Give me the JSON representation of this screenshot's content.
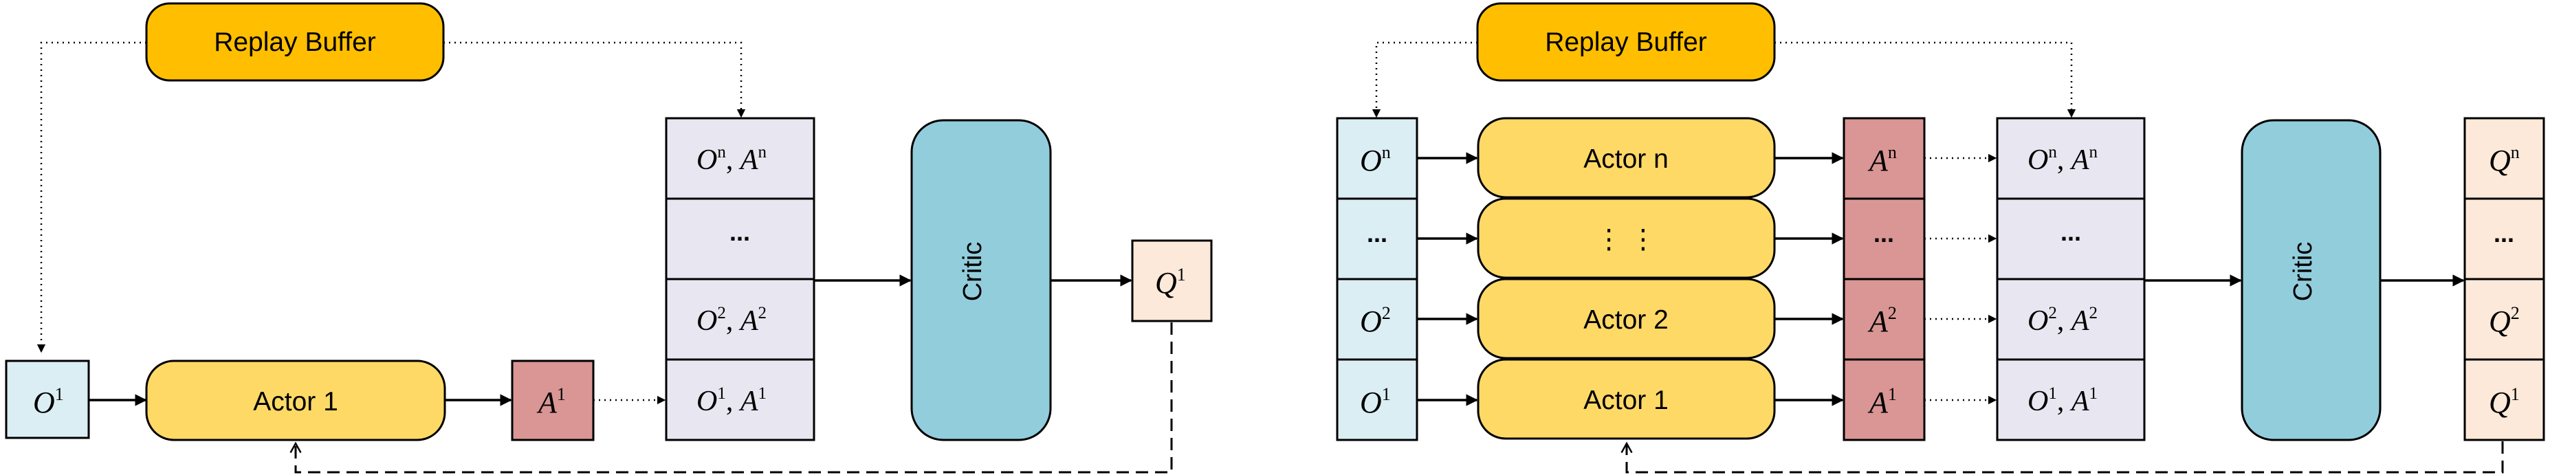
{
  "colors": {
    "replay_buffer": "#ffbf00",
    "actor": "#ffd966",
    "critic": "#92cddc",
    "observation": "#dbeef4",
    "action": "#d99694",
    "obs_action": "#e8e6f0",
    "q_value": "#fde9d9"
  },
  "left": {
    "replay_buffer": "Replay Buffer",
    "actor": "Actor 1",
    "critic": "Critic",
    "observation": {
      "base": "O",
      "sup": "1"
    },
    "action": {
      "base": "A",
      "sup": "1"
    },
    "q_value": {
      "base": "Q",
      "sup": "1"
    },
    "obs_action_stack": [
      {
        "o": "O",
        "os": "n",
        "a": "A",
        "as": "n"
      },
      {
        "dots": "..."
      },
      {
        "o": "O",
        "os": "2",
        "a": "A",
        "as": "2"
      },
      {
        "o": "O",
        "os": "1",
        "a": "A",
        "as": "1"
      }
    ]
  },
  "right": {
    "replay_buffer": "Replay Buffer",
    "critic": "Critic",
    "observations": [
      {
        "base": "O",
        "sup": "n"
      },
      {
        "dots": "..."
      },
      {
        "base": "O",
        "sup": "2"
      },
      {
        "base": "O",
        "sup": "1"
      }
    ],
    "actors": [
      "Actor n",
      "⋮ ⋮",
      "Actor 2",
      "Actor 1"
    ],
    "actions": [
      {
        "base": "A",
        "sup": "n"
      },
      {
        "dots": "..."
      },
      {
        "base": "A",
        "sup": "2"
      },
      {
        "base": "A",
        "sup": "1"
      }
    ],
    "obs_action_stack": [
      {
        "o": "O",
        "os": "n",
        "a": "A",
        "as": "n"
      },
      {
        "dots": "..."
      },
      {
        "o": "O",
        "os": "2",
        "a": "A",
        "as": "2"
      },
      {
        "o": "O",
        "os": "1",
        "a": "A",
        "as": "1"
      }
    ],
    "q_values": [
      {
        "base": "Q",
        "sup": "n"
      },
      {
        "dots": "..."
      },
      {
        "base": "Q",
        "sup": "2"
      },
      {
        "base": "Q",
        "sup": "1"
      }
    ]
  }
}
